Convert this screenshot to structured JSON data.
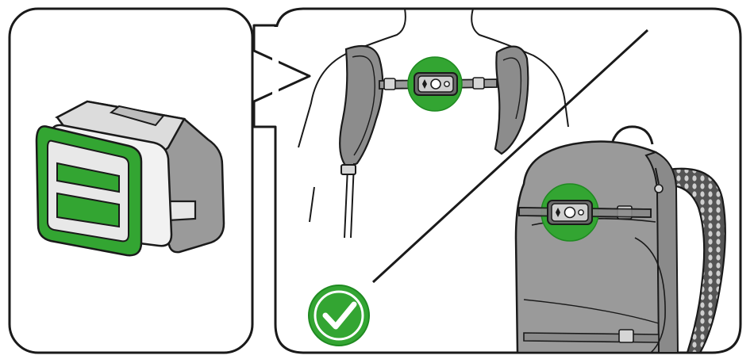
{
  "figure": {
    "panels": [
      {
        "id": "lamp-mount",
        "subject": "headlamp-with-green-mount"
      },
      {
        "id": "placement",
        "subject": "headlamp-on-chest-strap-and-backpack-strap"
      }
    ],
    "status_icon": "check-icon",
    "colors": {
      "outline": "#1a1a1a",
      "accent_green": "#33a532",
      "accent_green_dark": "#1f8a21",
      "strap_gray": "#8c8c8c",
      "body_gray": "#9a9a9a",
      "light_gray": "#d6d6d6",
      "lamp_face": "#bdbdbd"
    }
  }
}
